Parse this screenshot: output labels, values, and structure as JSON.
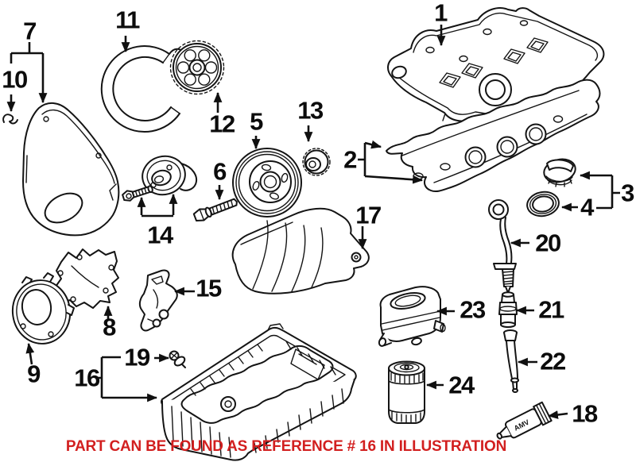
{
  "colors": {
    "line": "#141414",
    "note_red": "#d21f1f"
  },
  "note": {
    "text": "PART CAN BE FOUND AS REFERENCE # 16 IN ILLUSTRATION"
  },
  "tube_marking": "AMV",
  "parts": {
    "p1": "1",
    "p2": "2",
    "p3": "3",
    "p4": "4",
    "p5": "5",
    "p6": "6",
    "p7": "7",
    "p8": "8",
    "p9": "9",
    "p10": "10",
    "p11": "11",
    "p12": "12",
    "p13": "13",
    "p14": "14",
    "p15": "15",
    "p16": "16",
    "p17": "17",
    "p18": "18",
    "p19": "19",
    "p20": "20",
    "p21": "21",
    "p22": "22",
    "p23": "23",
    "p24": "24"
  }
}
